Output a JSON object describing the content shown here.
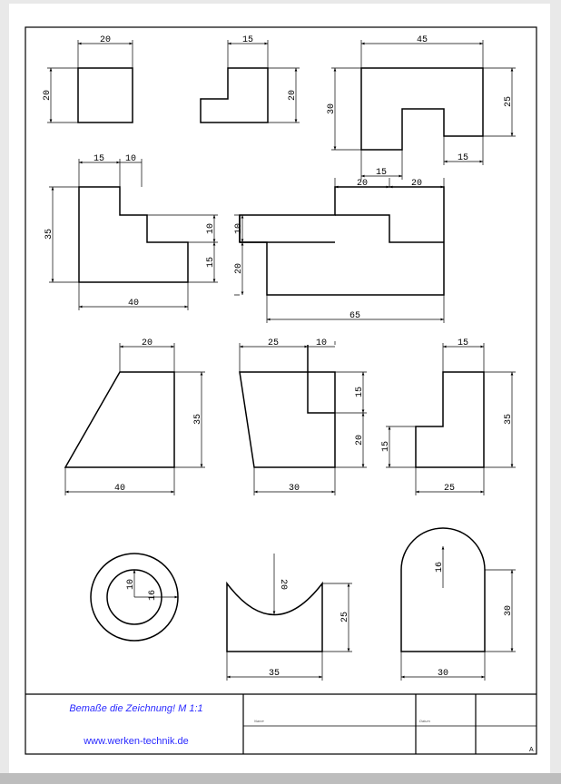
{
  "dims": {
    "f1_w": "20",
    "f1_h": "20",
    "f2_w": "15",
    "f2_h": "20",
    "f3_w": "45",
    "f3_h": "30",
    "f3_step": "25",
    "f3_b1": "15",
    "f3_b2": "15",
    "f4_a": "15",
    "f4_b": "10",
    "f4_h": "35",
    "f4_s1": "10",
    "f4_s2": "15",
    "f4_w": "40",
    "f5_a": "20",
    "f5_b": "20",
    "f5_s1": "10",
    "f5_s2": "20",
    "f5_w": "65",
    "f6_top": "20",
    "f6_h": "35",
    "f6_w": "40",
    "f7_a": "25",
    "f7_b": "10",
    "f7_s1": "15",
    "f7_s2": "20",
    "f7_w": "30",
    "f8_top": "15",
    "f8_h": "35",
    "f8_s": "15",
    "f8_w": "25",
    "f9_r1": "10",
    "f9_r2": "16",
    "f10_r": "20",
    "f10_h": "25",
    "f10_w": "35",
    "f11_r": "16",
    "f11_h": "30",
    "f11_w": "30"
  },
  "title_block": {
    "instruction": "Bemaße die Zeichnung!  M 1:1",
    "website": "www.werken-technik.de",
    "name_label": "Name",
    "date_label": "Datum",
    "sheet_letter": "A"
  }
}
